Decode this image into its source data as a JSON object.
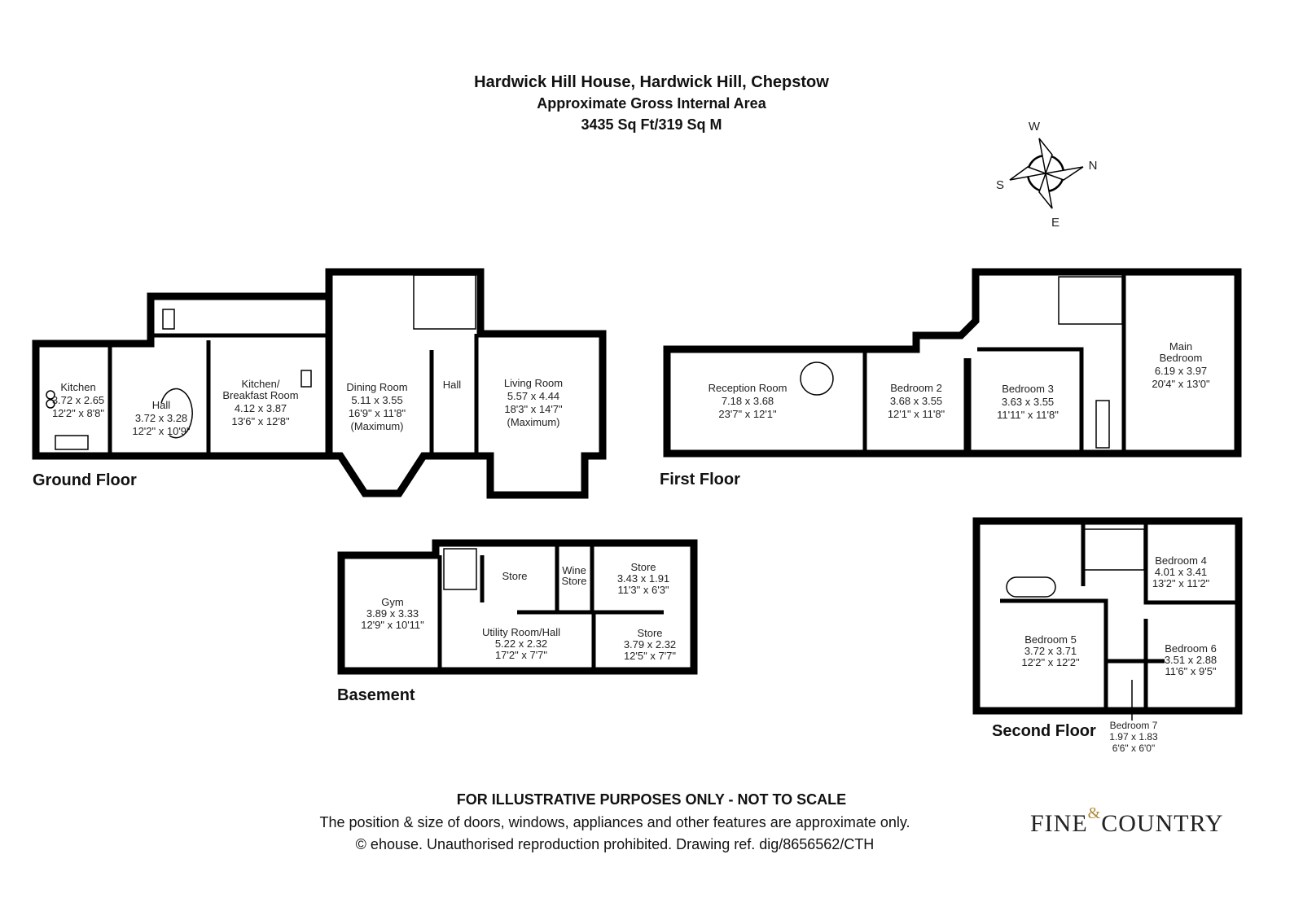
{
  "header": {
    "line1": "Hardwick Hill House, Hardwick Hill, Chepstow",
    "line2": "Approximate Gross Internal Area",
    "line3": "3435 Sq Ft/319 Sq M"
  },
  "compass": {
    "n": "N",
    "s": "S",
    "e": "E",
    "w": "W"
  },
  "floors": {
    "ground": {
      "label": "Ground Floor",
      "rooms": [
        {
          "name": "Kitchen",
          "metric": "3.72 x 2.65",
          "imperial": "12'2\" x 8'8\""
        },
        {
          "name": "Hall",
          "metric": "3.72 x 3.28",
          "imperial": "12'2\" x 10'9\""
        },
        {
          "name": "Kitchen/",
          "name2": "Breakfast Room",
          "metric": "4.12 x 3.87",
          "imperial": "13'6\" x 12'8\""
        },
        {
          "name": "Dining Room",
          "metric": "5.11 x 3.55",
          "imperial": "16'9\" x 11'8\"",
          "note": "(Maximum)"
        },
        {
          "name": "Hall"
        },
        {
          "name": "Living Room",
          "metric": "5.57 x 4.44",
          "imperial": "18'3\" x 14'7\"",
          "note": "(Maximum)"
        }
      ]
    },
    "first": {
      "label": "First Floor",
      "rooms": [
        {
          "name": "Reception Room",
          "metric": "7.18 x 3.68",
          "imperial": "23'7\" x 12'1\""
        },
        {
          "name": "Bedroom 2",
          "metric": "3.68 x 3.55",
          "imperial": "12'1\" x 11'8\""
        },
        {
          "name": "Bedroom 3",
          "metric": "3.63 x 3.55",
          "imperial": "11'11\" x 11'8\""
        },
        {
          "name": "Main",
          "name2": "Bedroom",
          "metric": "6.19 x 3.97",
          "imperial": "20'4\" x 13'0\""
        }
      ]
    },
    "basement": {
      "label": "Basement",
      "rooms": [
        {
          "name": "Gym",
          "metric": "3.89 x 3.33",
          "imperial": "12'9\" x 10'11\""
        },
        {
          "name": "Store"
        },
        {
          "name": "Wine",
          "name2": "Store"
        },
        {
          "name": "Store",
          "metric": "3.43 x 1.91",
          "imperial": "11'3\" x 6'3\""
        },
        {
          "name": "Utility Room/Hall",
          "metric": "5.22 x 2.32",
          "imperial": "17'2\" x 7'7\""
        },
        {
          "name": "Store",
          "metric": "3.79 x 2.32",
          "imperial": "12'5\" x 7'7\""
        }
      ]
    },
    "second": {
      "label": "Second Floor",
      "rooms": [
        {
          "name": "Bedroom 4",
          "metric": "4.01 x 3.41",
          "imperial": "13'2\" x 11'2\""
        },
        {
          "name": "Bedroom 5",
          "metric": "3.72 x 3.71",
          "imperial": "12'2\" x 12'2\""
        },
        {
          "name": "Bedroom 6",
          "metric": "3.51 x 2.88",
          "imperial": "11'6\" x 9'5\""
        },
        {
          "name": "Bedroom 7",
          "metric": "1.97 x 1.83",
          "imperial": "6'6\" x 6'0\""
        }
      ]
    }
  },
  "footer": {
    "disclaimer": "FOR ILLUSTRATIVE PURPOSES ONLY - NOT TO SCALE",
    "line2": "The position & size of doors, windows, appliances and other features are approximate only.",
    "line3": "© ehouse. Unauthorised reproduction prohibited. Drawing ref. dig/8656562/CTH"
  },
  "logo": {
    "left": "FINE",
    "amp": "&",
    "right": "COUNTRY"
  }
}
